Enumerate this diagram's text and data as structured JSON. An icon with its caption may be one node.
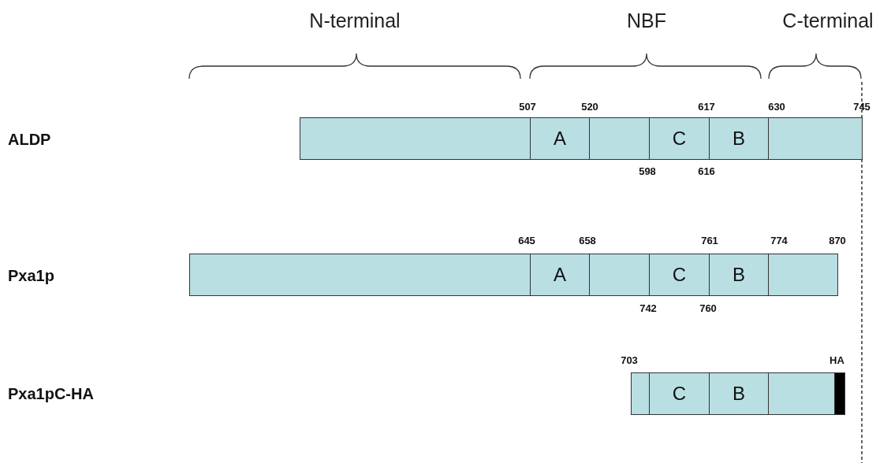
{
  "diagram": {
    "nodes": [
      {
        "text": [],
        "shape": "box"
      },
      {
        "text": [
          "A"
        ]
      },
      {
        "text": [],
        "shape": "box"
      },
      {
        "text": [
          "C"
        ]
      },
      {
        "text": [
          "B"
        ]
      },
      {
        "text": [],
        "shape": "box"
      },
      {
        "text": [],
        "shape": "box"
      },
      {
        "text": [
          "A"
        ]
      },
      {
        "text": [],
        "shape": "box"
      },
      {
        "text": [
          "C"
        ]
      },
      {
        "text": [
          "B"
        ]
      },
      {
        "text": [],
        "shape": "box"
      },
      {
        "text": [],
        "shape": "box"
      },
      {
        "text": [
          "C"
        ]
      },
      {
        "text": [
          "B"
        ]
      },
      {
        "text": [],
        "shape": "box"
      },
      {
        "text": [],
        "shape": "bar",
        "beside": [
          "HA"
        ]
      }
    ],
    "edges": [],
    "labels": [
      "N-terminal",
      "NBF",
      "C-terminal",
      "507",
      "520",
      "617",
      "630",
      "745",
      "ALDP",
      "598",
      "616",
      "645",
      "658",
      "761",
      "774",
      "870",
      "Pxa1p",
      "742",
      "760",
      "703",
      "Pxa1pC-HA"
    ]
  }
}
